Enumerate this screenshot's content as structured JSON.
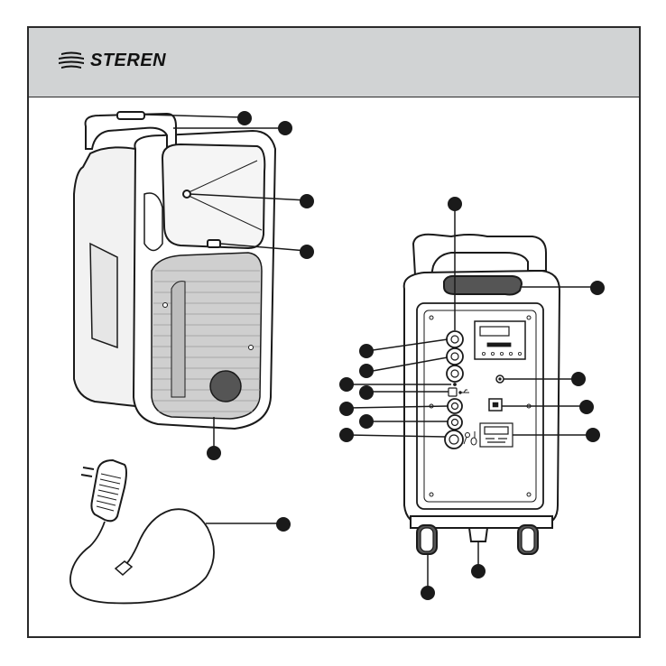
{
  "brand": {
    "name": "STEREN",
    "logo_icon": "steren-wave-logo-icon"
  },
  "colors": {
    "header_bg": "#d1d3d4",
    "frame": "#2a2a2a",
    "ink": "#1a1a1a",
    "callout_fill": "#1a1a1a",
    "body_light": "#ffffff",
    "body_mid": "#e6e6e6"
  },
  "panel_labels": {
    "usb_icon": "usb-icon",
    "mic_icon": "microphone-icon",
    "guitar_icon": "guitar-icon"
  },
  "components": [
    "handle",
    "tweeter",
    "led-light",
    "woofer-grille",
    "ac-adapter",
    "grip-handle",
    "input-jack-1",
    "input-jack-2",
    "input-jack-3",
    "usb-port",
    "input-jack-4",
    "input-jack-5",
    "combo-jack",
    "volume-knob",
    "power-switch",
    "charging-port",
    "wheel",
    "stand"
  ]
}
